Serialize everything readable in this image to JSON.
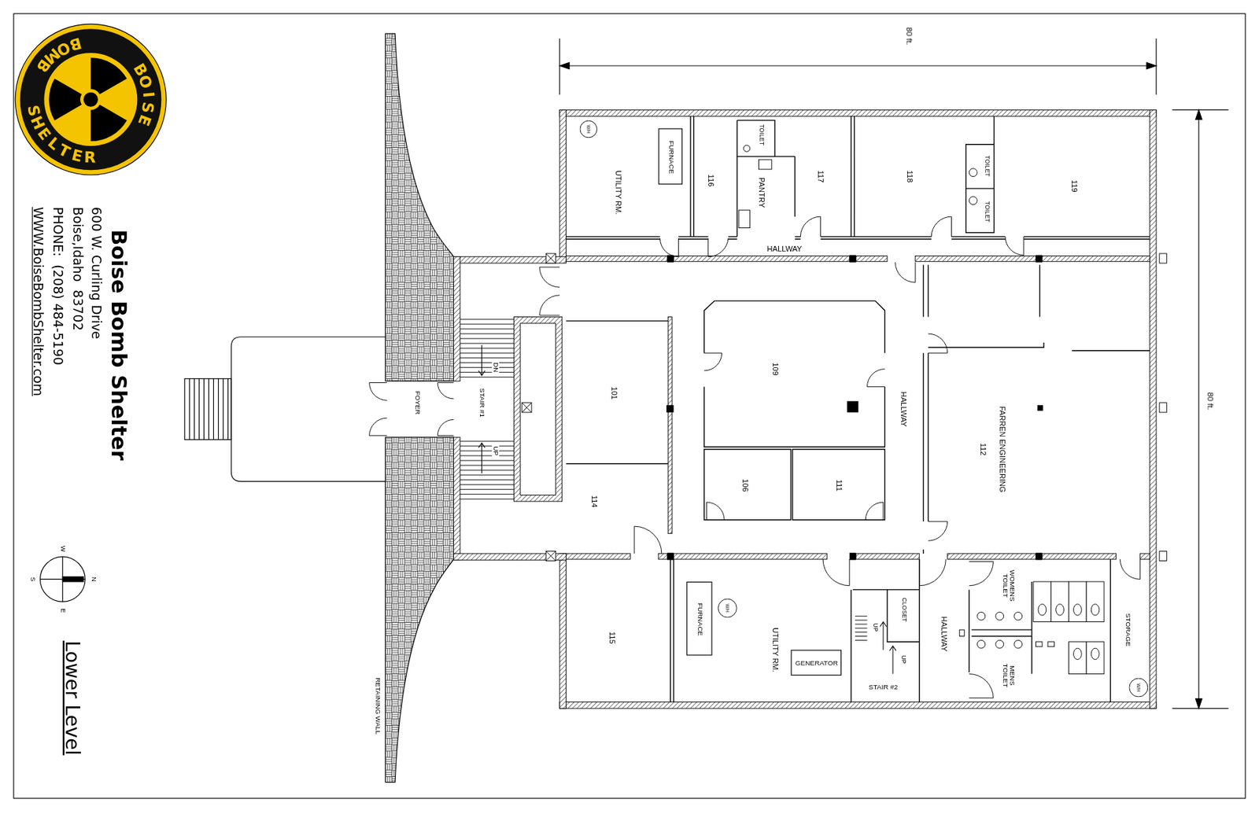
{
  "diagram": {
    "title": "Boise Bomb Shelter",
    "caption": "Lower Level",
    "nodes": [
      {
        "text": [
          "BOISE",
          "BOMB",
          "SHELTER"
        ]
      },
      {
        "text": [
          "UTILITY RM."
        ]
      },
      {
        "text": [
          "FURNACE"
        ],
        "in": 1
      },
      {
        "text": [
          "W/H"
        ],
        "in": 1
      },
      {
        "text": [
          "116"
        ]
      },
      {
        "text": [
          "TOILET"
        ]
      },
      {
        "text": [
          "PANTRY"
        ]
      },
      {
        "text": [
          "117"
        ]
      },
      {
        "text": [
          "118"
        ]
      },
      {
        "text": [
          "TOILET"
        ]
      },
      {
        "text": [
          "TOILET"
        ]
      },
      {
        "text": [
          "119"
        ]
      },
      {
        "text": [
          "FOYER"
        ]
      },
      {
        "text": [
          "STAIR #1"
        ]
      },
      {
        "text": [
          "101"
        ]
      },
      {
        "text": [
          "109"
        ]
      },
      {
        "text": [
          "FARREN ENGINEERING",
          "112"
        ]
      },
      {
        "text": [
          "114"
        ]
      },
      {
        "text": [
          "106"
        ]
      },
      {
        "text": [
          "111"
        ]
      },
      {
        "text": [
          "115"
        ]
      },
      {
        "text": [
          "UTILITY RM."
        ]
      },
      {
        "text": [
          "FURNACE"
        ],
        "in": 21
      },
      {
        "text": [
          "W/H"
        ],
        "in": 21
      },
      {
        "text": [
          "GENERATOR"
        ],
        "in": 21
      },
      {
        "text": [
          "STAIR #2"
        ]
      },
      {
        "text": [
          "CLOSET"
        ]
      },
      {
        "text": [
          "WOMENS TOILET"
        ]
      },
      {
        "text": [
          "MENS TOILET"
        ]
      },
      {
        "text": [
          "STORAGE"
        ]
      },
      {
        "text": [
          "W/H"
        ],
        "in": 29
      }
    ],
    "labels": [
      "600 W. Curling Drive",
      "Boise,Idaho  83702",
      "PHONE:  (208) 484-5190",
      "WWW.BoiseBombShelter.com",
      "W",
      "S",
      "N",
      "E",
      "RETAINING WALL",
      "80 ft.",
      "80 ft.",
      "HALLWAY",
      "HALLWAY",
      "HALLWAY",
      "DN",
      "UP",
      "UP",
      "UP"
    ]
  }
}
